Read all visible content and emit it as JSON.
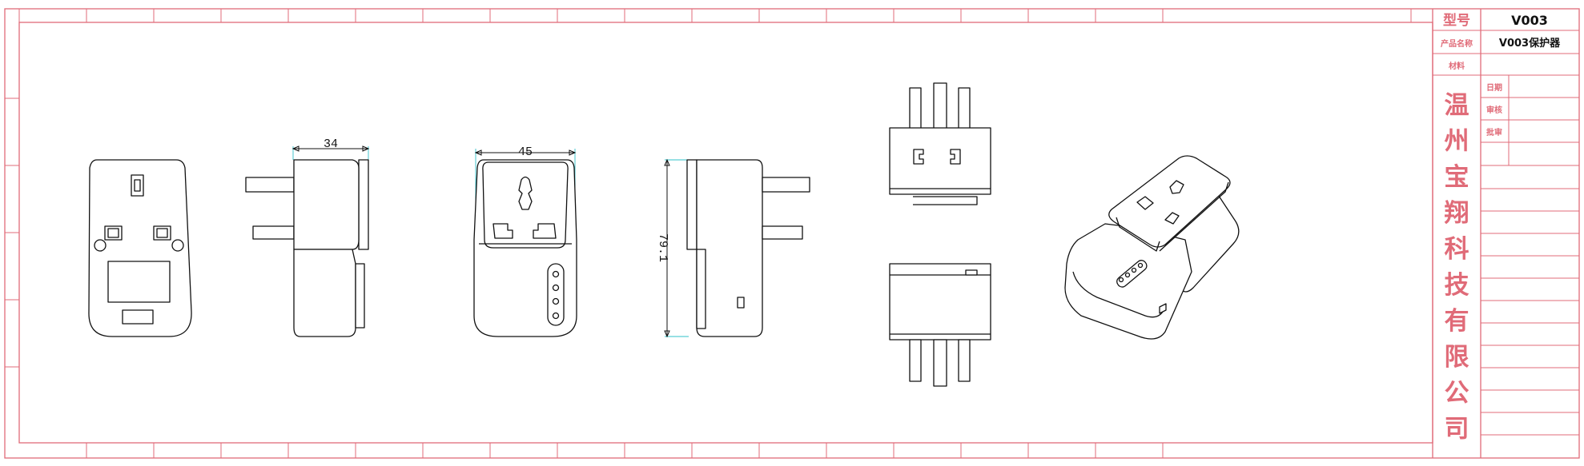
{
  "title_block": {
    "model_label": "型号",
    "model_value": "V003",
    "product_name_label": "产品名称",
    "product_name_value": "V003保护器",
    "material_label": "材料",
    "material_value": "",
    "date_label": "日期",
    "review_label": "审核",
    "approve_label": "批审",
    "company_chars": [
      "温",
      "州",
      "宝",
      "翔",
      "科",
      "技",
      "有",
      "限",
      "公",
      "司"
    ]
  },
  "dimensions": {
    "side_width": "34",
    "front_width": "45",
    "height": "79.1"
  },
  "colors": {
    "frame": "#e06b78",
    "outline": "#111111",
    "extension_line": "#2fc0c8"
  }
}
